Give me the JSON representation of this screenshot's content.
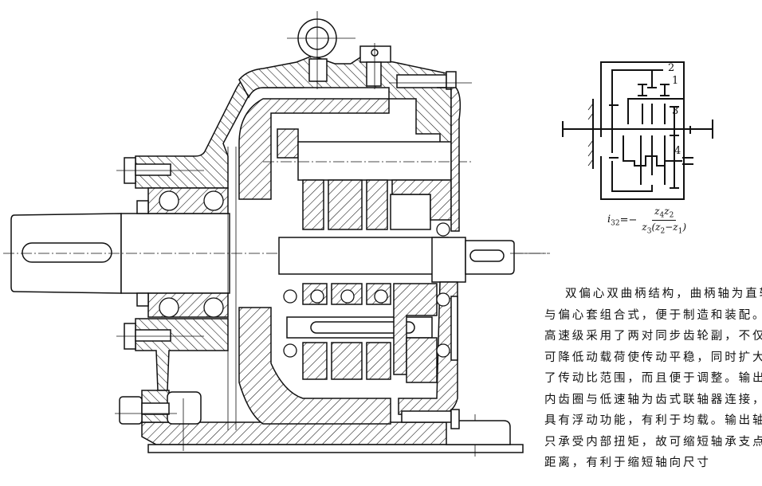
{
  "figure": {
    "subject": "double-eccentric double-crank gear reducer, sectional view",
    "schematic": {
      "labels": [
        "1",
        "2",
        "3",
        "4"
      ],
      "formula": {
        "lhs_symbol": "i",
        "lhs_sub": "32",
        "equals": "=−",
        "numerator": [
          {
            "sym": "z",
            "sub": "4"
          },
          {
            "sym": "z",
            "sub": "2"
          }
        ],
        "denominator_prefix": {
          "sym": "z",
          "sub": "3"
        },
        "denominator_paren": [
          {
            "sym": "z",
            "sub": "2"
          },
          {
            "op": "−"
          },
          {
            "sym": "z",
            "sub": "1"
          }
        ]
      }
    },
    "description_lines": [
      "双偏心双曲柄结构，曲柄轴为直轴",
      "与偏心套组合式，便于制造和装配。",
      "高速级采用了两对同步齿轮副，不仅",
      "可降低动载荷使传动平稳，同时扩大",
      "了传动比范围，而且便于调整。输出",
      "内齿圈与低速轴为齿式联轴器连接，",
      "具有浮动功能，有利于均载。输出轴",
      "只承受内部扭矩，故可缩短轴承支点",
      "距离，有利于缩短轴向尺寸"
    ]
  },
  "colors": {
    "ink": "#111111",
    "paper": "#ffffff"
  }
}
